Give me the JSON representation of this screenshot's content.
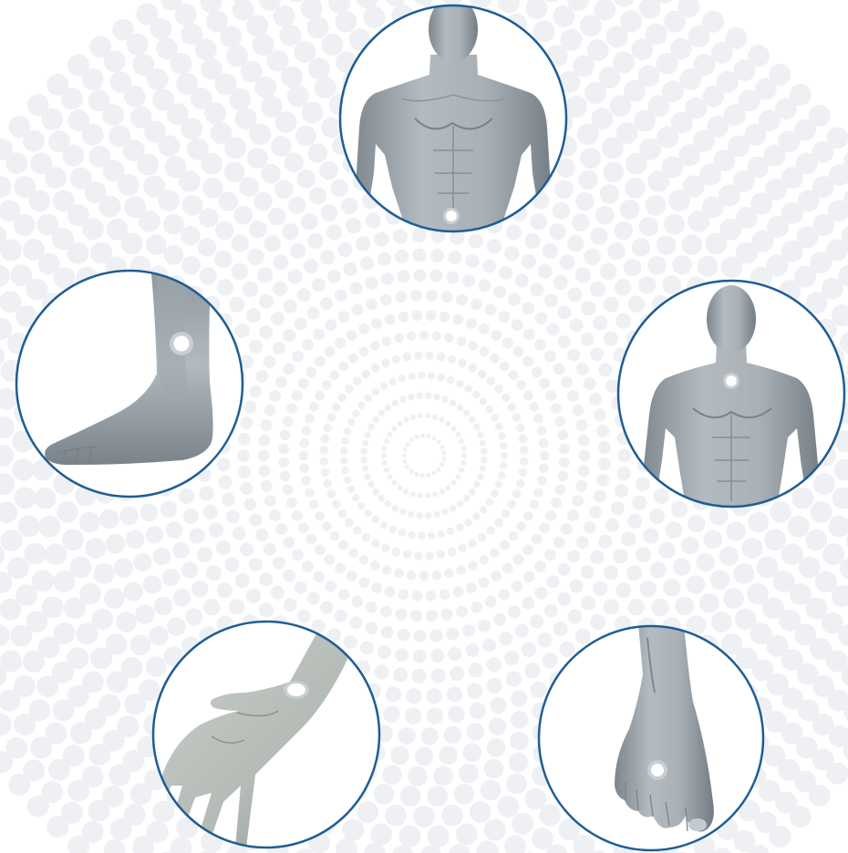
{
  "colors": {
    "background": "#ffffff",
    "dots": "#eef0f4",
    "ring": "#1f5d95",
    "skin_light": "#b6bec4",
    "skin_mid": "#9aa3aa",
    "skin_dark": "#727b83",
    "marker_fill": "#ffffff",
    "marker_ring": "#c8ced3"
  },
  "panels": [
    {
      "id": "abdomen",
      "icon": "torso-front-icon",
      "marker": "navel"
    },
    {
      "id": "neck",
      "icon": "upper-body-icon",
      "marker": "throat"
    },
    {
      "id": "foot-top",
      "icon": "foot-top-icon",
      "marker": "foot-dorsum"
    },
    {
      "id": "wrist",
      "icon": "hand-wrist-icon",
      "marker": "wrist"
    },
    {
      "id": "ankle",
      "icon": "foot-side-icon",
      "marker": "inner-ankle"
    }
  ]
}
